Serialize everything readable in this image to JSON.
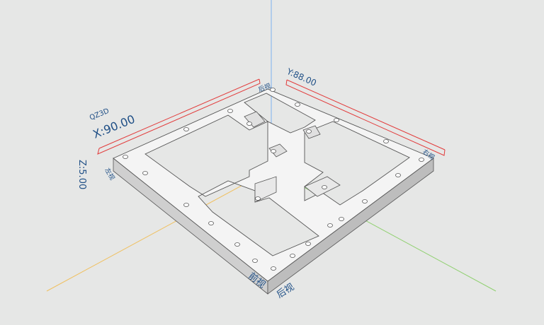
{
  "viewer": {
    "brand": "QZ3D",
    "dimensions": {
      "x_label": "X:90.00",
      "y_label": "Y:88.00",
      "z_label": "Z:5.00"
    },
    "view_faces": {
      "front": "前视",
      "back": "后视",
      "left": "左视",
      "right": "右视",
      "top": "后视"
    }
  },
  "colors": {
    "background": "#e6e7e6",
    "part_top": "#f5f5f5",
    "part_side": "#c9c9c9",
    "part_edge": "#555555",
    "dimension_line": "#e23b3b",
    "axis_x": "#f0c060",
    "axis_y": "#90d070",
    "axis_z": "#7fb0f0",
    "label": "#1f4f86"
  }
}
